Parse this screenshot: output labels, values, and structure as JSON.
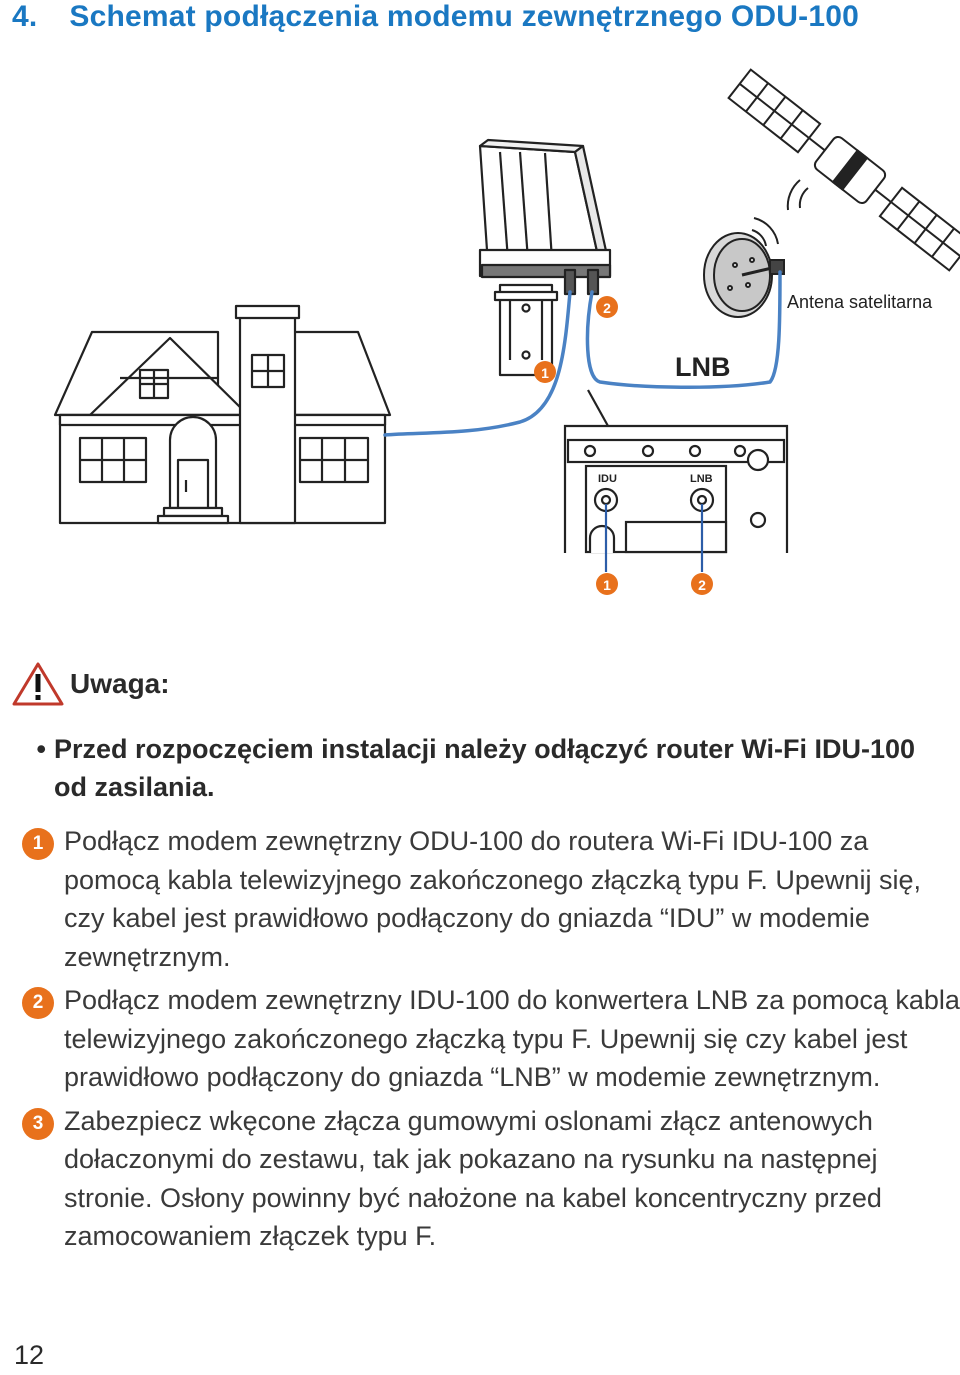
{
  "heading": {
    "number": "4.",
    "title": "Schemat podłączenia modemu zewnętrznego ODU-100"
  },
  "diagram": {
    "antenna_label": "Antena satelitarna",
    "lnb_label": "LNB",
    "port_idu_label": "IDU",
    "port_lnb_label": "LNB",
    "marker_1": "1",
    "marker_2": "2",
    "colors": {
      "cable": "#4a82c4",
      "marker": "#e8711c",
      "outline": "#222222"
    }
  },
  "warning": {
    "icon": "warning-triangle-icon",
    "title": "Uwaga:",
    "bullet": "•",
    "item": "Przed rozpoczęciem instalacji należy odłączyć router Wi-Fi IDU-100 od zasilania."
  },
  "steps": [
    {
      "badge": "1",
      "text": "Podłącz modem zewnętrzny ODU-100 do routera Wi-Fi IDU-100 za pomocą kabla telewizyjnego zakończonego złączką typu F. Upewnij się, czy kabel jest prawidłowo podłączony do gniazda “IDU” w modemie zewnętrznym."
    },
    {
      "badge": "2",
      "text": "Podłącz modem zewnętrzny IDU-100 do konwertera LNB za pomocą kabla telewizyjnego zakończonego złączką typu F. Upewnij się czy kabel jest prawidłowo podłączony do gniazda “LNB” w modemie zewnętrznym."
    },
    {
      "badge": "3",
      "text": "Zabezpiecz wkęcone złącza gumowymi oslonami złącz antenowych dołaczonymi do zestawu, tak jak pokazano na rysunku na następnej stronie. Osłony powinny być nałożone na kabel koncentryczny przed zamocowaniem złączek typu F."
    }
  ],
  "page_number": "12"
}
